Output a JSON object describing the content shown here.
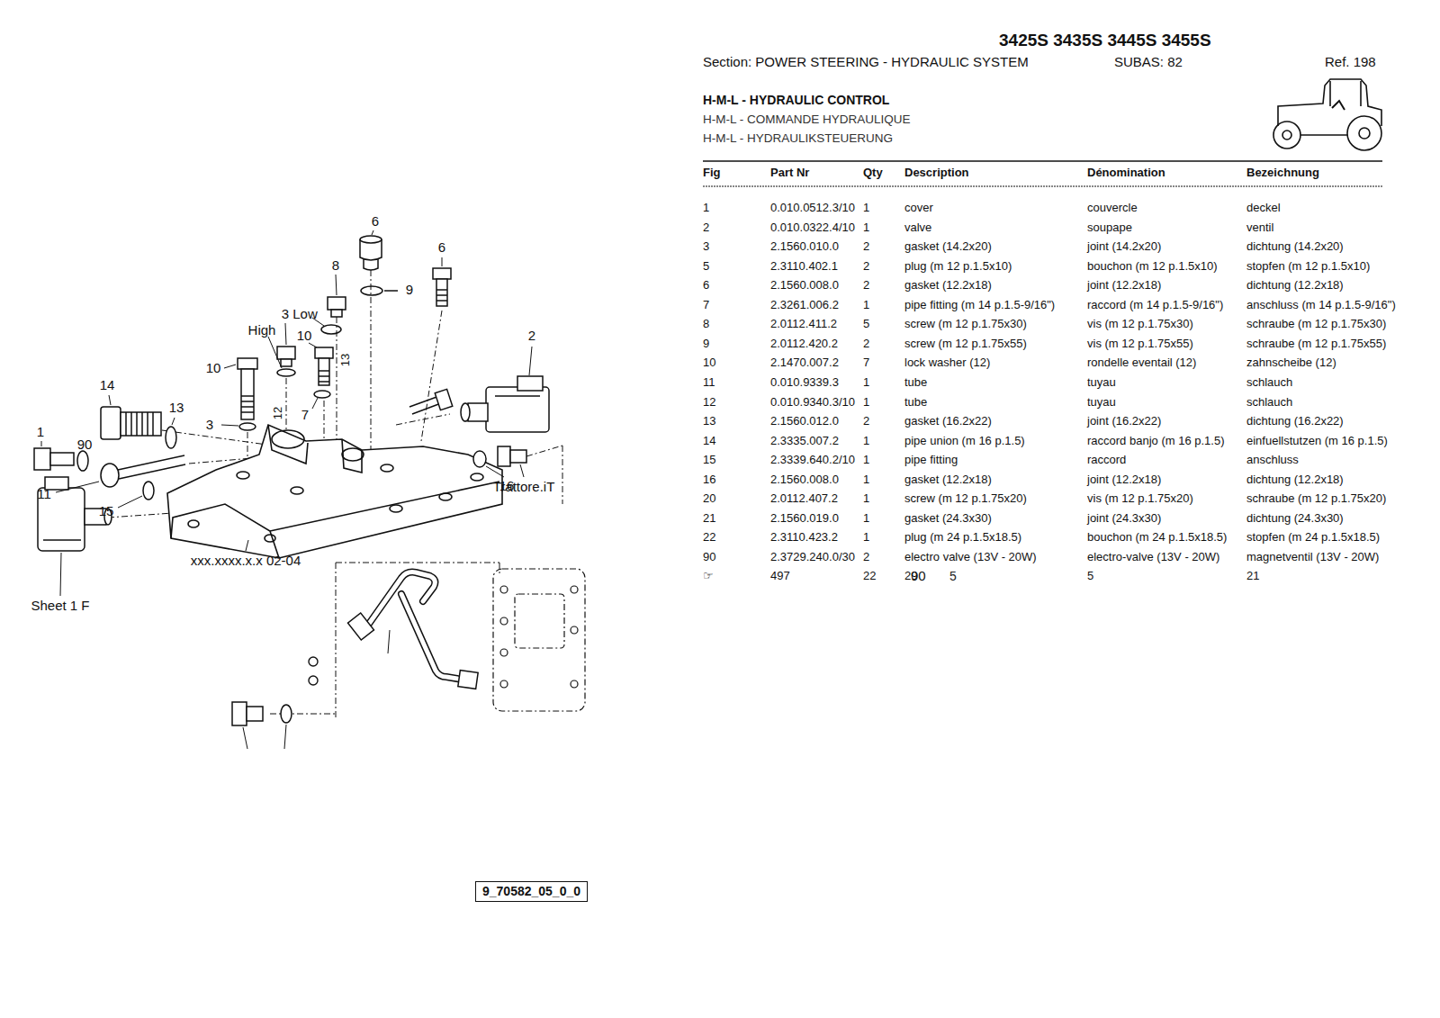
{
  "diagram": {
    "title": "3425S 3435S 3445S 3455S",
    "nodes": [
      {
        "text": [
          "9_70582_05_0_0"
        ]
      }
    ],
    "labels": [
      "Section: POWER STEERING - HYDRAULIC SYSTEM",
      "SUBAS: 82",
      "Ref. 198",
      "H-M-L - HYDRAULIC CONTROL",
      "H-M-L - COMMANDE HYDRAULIQUE",
      "H-M-L - HYDRAULIKSTEUERUNG",
      "Fig",
      "Part Nr",
      "Qty",
      "Description",
      "Dénomination",
      "Bezeichnung",
      "1",
      "0.010.0512.3/10",
      "1",
      "cover",
      "couvercle",
      "deckel",
      "2",
      "0.010.0322.4/10",
      "1",
      "valve",
      "soupape",
      "ventil",
      "3",
      "2.1560.010.0",
      "2",
      "gasket (14.2x20)",
      "joint (14.2x20)",
      "dichtung (14.2x20)",
      "5",
      "2.3110.402.1",
      "2",
      "plug (m 12 p.1.5x10)",
      "bouchon (m 12 p.1.5x10)",
      "stopfen (m 12 p.1.5x10)",
      "6",
      "2.1560.008.0",
      "2",
      "gasket (12.2x18)",
      "joint (12.2x18)",
      "dichtung (12.2x18)",
      "7",
      "2.3261.006.2",
      "1",
      "pipe fitting (m 14 p.1.5-9/16\")",
      "raccord (m 14 p.1.5-9/16\")",
      "anschluss (m 14 p.1.5-9/16\")",
      "8",
      "2.0112.411.2",
      "5",
      "screw (m 12 p.1.75x30)",
      "vis (m 12 p.1.75x30)",
      "schraube (m 12 p.1.75x30)",
      "9",
      "2.0112.420.2",
      "2",
      "screw (m 12 p.1.75x55)",
      "vis (m 12 p.1.75x55)",
      "schraube (m 12 p.1.75x55)",
      "10",
      "2.1470.007.2",
      "7",
      "lock washer (12)",
      "rondelle eventail (12)",
      "zahnscheibe (12)",
      "11",
      "0.010.9339.3",
      "1",
      "tube",
      "tuyau",
      "schlauch",
      "12",
      "0.010.9340.3/10",
      "1",
      "tube",
      "tuyau",
      "schlauch",
      "13",
      "2.1560.012.0",
      "2",
      "gasket (16.2x22)",
      "joint (16.2x22)",
      "dichtung (16.2x22)",
      "14",
      "2.3335.007.2",
      "1",
      "pipe union (m 16 p.1.5)",
      "raccord banjo (m 16 p.1.5)",
      "einfuellstutzen (m 16 p.1.5)",
      "15",
      "2.3339.640.2/10",
      "1",
      "pipe fitting",
      "raccord",
      "anschluss",
      "16",
      "2.1560.008.0",
      "1",
      "gasket (12.2x18)",
      "joint (12.2x18)",
      "dichtung (12.2x18)",
      "20",
      "2.0112.407.2",
      "1",
      "screw (m 12 p.1.75x20)",
      "vis (m 12 p.1.75x20)",
      "schraube (m 12 p.1.75x20)",
      "21",
      "2.1560.019.0",
      "1",
      "gasket (24.3x30)",
      "joint (24.3x30)",
      "dichtung (24.3x30)",
      "22",
      "2.3110.423.2",
      "1",
      "plug (m 24 p.1.5x18.5)",
      "bouchon (m 24 p.1.5x18.5)",
      "stopfen (m 24 p.1.5x18.5)",
      "90",
      "2.3729.240.0/30",
      "2",
      "electro valve (13V - 20W)",
      "electro-valve (13V - 20W)",
      "magnetventil (13V - 20W)",
      "☞",
      "497",
      "22",
      "20",
      "5",
      "21",
      "90",
      "5",
      "6",
      "6",
      "8",
      "9",
      "2",
      "3",
      "Low",
      "High",
      "10",
      "10",
      "14",
      "13",
      "12",
      "13",
      "3",
      "7",
      "1",
      "90",
      "11",
      "15",
      "16",
      "Trattore.iT",
      "xxx.xxxx.x.x  02-04",
      "Sheet 1 F"
    ]
  }
}
